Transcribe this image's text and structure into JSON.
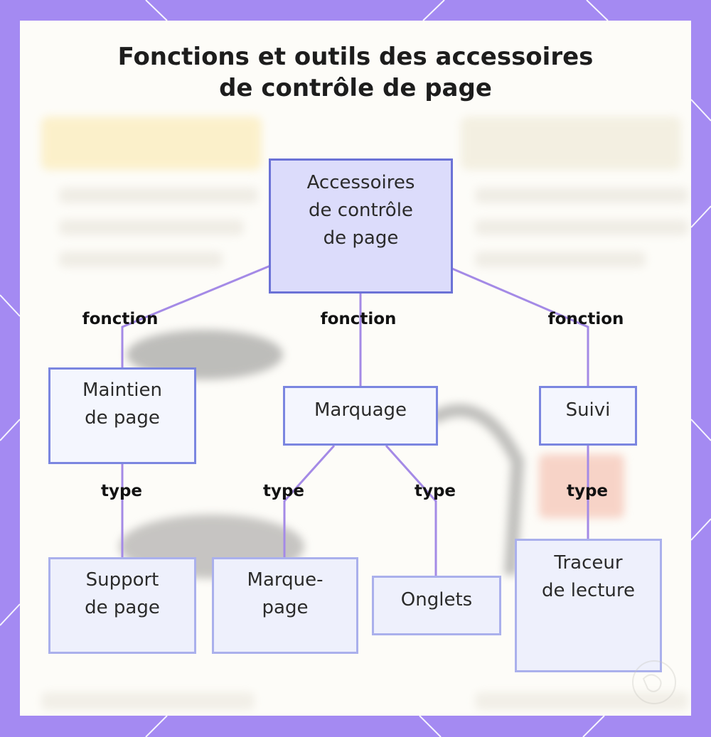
{
  "title": {
    "line1": "Fonctions et outils des accessoires",
    "line2": "de contrôle de page"
  },
  "colors": {
    "frame": "#a48af2",
    "panel": "#fdfcf8",
    "edge": "#a48ae6",
    "node_root_fill": "#dcdcfb",
    "node_root_border": "#6b72d6",
    "node_mid_fill": "#f4f6fe",
    "node_mid_border": "#7b86e0",
    "node_leaf_fill": "#eef0fc",
    "node_leaf_border": "#aab0ec"
  },
  "nodes": {
    "root": "Accessoires\nde contrôle\nde page",
    "maintien": "Maintien\nde page",
    "marquage": "Marquage",
    "suivi": "Suivi",
    "support": "Support\nde page",
    "marque_page": "Marque-\npage",
    "onglets": "Onglets",
    "traceur": "Traceur\nde lecture"
  },
  "edges": {
    "root_maintien": "fonction",
    "root_marquage": "fonction",
    "root_suivi": "fonction",
    "maintien_support": "type",
    "marquage_marque_page": "type",
    "marquage_onglets": "type",
    "suivi_traceur": "type"
  }
}
